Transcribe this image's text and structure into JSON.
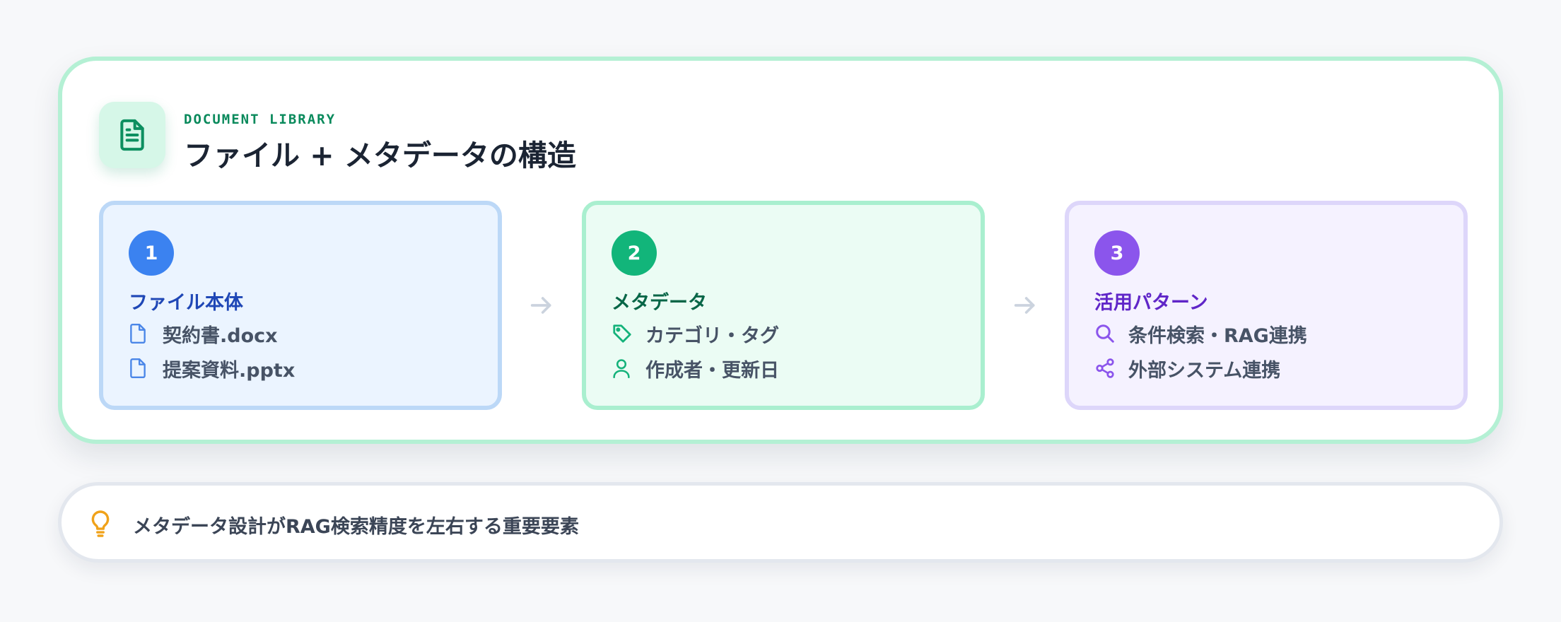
{
  "header": {
    "kicker": "DOCUMENT LIBRARY",
    "title": "ファイル + メタデータの構造",
    "icon": "document-icon"
  },
  "steps": [
    {
      "number": "1",
      "title": "ファイル本体",
      "accent": "#3b82f0",
      "items": [
        {
          "icon": "file-icon",
          "label": "契約書.docx"
        },
        {
          "icon": "file-icon",
          "label": "提案資料.pptx"
        }
      ]
    },
    {
      "number": "2",
      "title": "メタデータ",
      "accent": "#12b57a",
      "items": [
        {
          "icon": "tag-icon",
          "label": "カテゴリ・タグ"
        },
        {
          "icon": "user-icon",
          "label": "作成者・更新日"
        }
      ]
    },
    {
      "number": "3",
      "title": "活用パターン",
      "accent": "#8b55ec",
      "items": [
        {
          "icon": "search-icon",
          "label": "条件検索・RAG連携"
        },
        {
          "icon": "share-icon",
          "label": "外部システム連携"
        }
      ]
    }
  ],
  "tip": {
    "icon": "lightbulb-icon",
    "text": "メタデータ設計がRAG検索精度を左右する重要要素"
  }
}
